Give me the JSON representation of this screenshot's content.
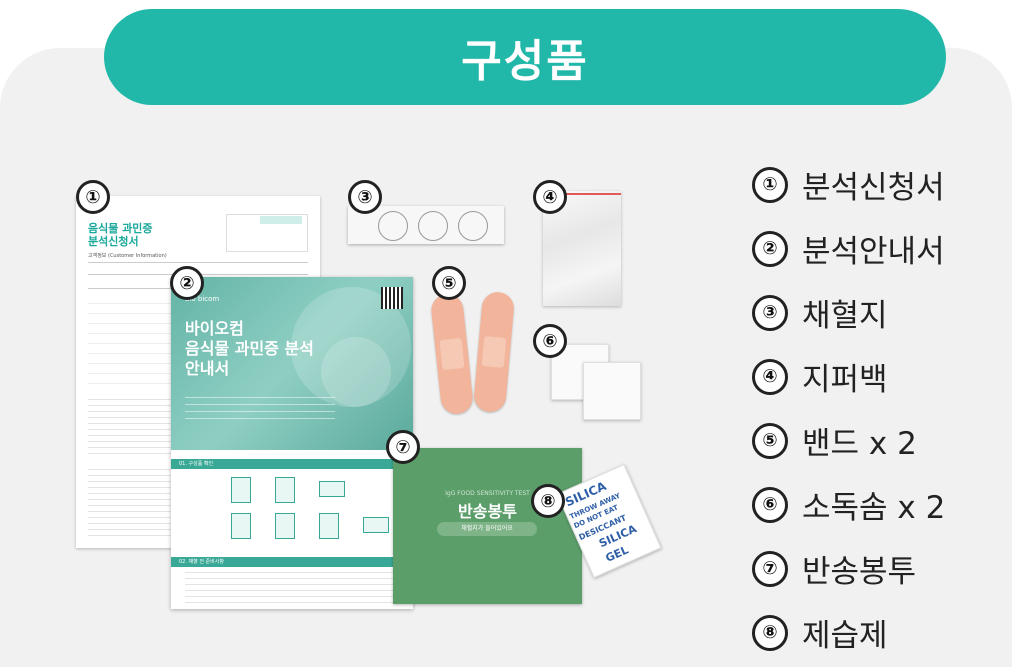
{
  "title": "구성품",
  "badges": [
    "①",
    "②",
    "③",
    "④",
    "⑤",
    "⑥",
    "⑦",
    "⑧"
  ],
  "legend": [
    {
      "num": "①",
      "label": "분석신청서"
    },
    {
      "num": "②",
      "label": "분석안내서"
    },
    {
      "num": "③",
      "label": "채혈지"
    },
    {
      "num": "④",
      "label": "지퍼백"
    },
    {
      "num": "⑤",
      "label": "밴드 x 2"
    },
    {
      "num": "⑥",
      "label": "소독솜 x 2"
    },
    {
      "num": "⑦",
      "label": "반송봉투"
    },
    {
      "num": "⑧",
      "label": "제습제"
    }
  ],
  "doc1": {
    "title_line1": "음식물 과민증",
    "title_line2": "분석신청서",
    "section": "고객정보 (Customer Information)"
  },
  "doc2": {
    "brand": "bio bicom",
    "title_line1": "바이오컴",
    "title_line2": "음식물 과민증 분석",
    "title_line3": "안내서",
    "section1": "01. 구성품 확인",
    "section2": "02. 채혈 전 준비사항"
  },
  "envelope": {
    "subtitle": "IgG FOOD SENSITIVITY TEST",
    "title": "반송봉투",
    "pill": "채혈지가 들어있어요"
  },
  "silica": {
    "l1": "SILICA",
    "l2": "THROW AWAY",
    "l3": "DO NOT EAT",
    "l4": "DESICCANT",
    "l5": "SILICA",
    "l6": "GEL"
  },
  "colors": {
    "accent": "#22b8a9",
    "envelope": "#5c9e6a",
    "panel": "#f1f1f1"
  }
}
